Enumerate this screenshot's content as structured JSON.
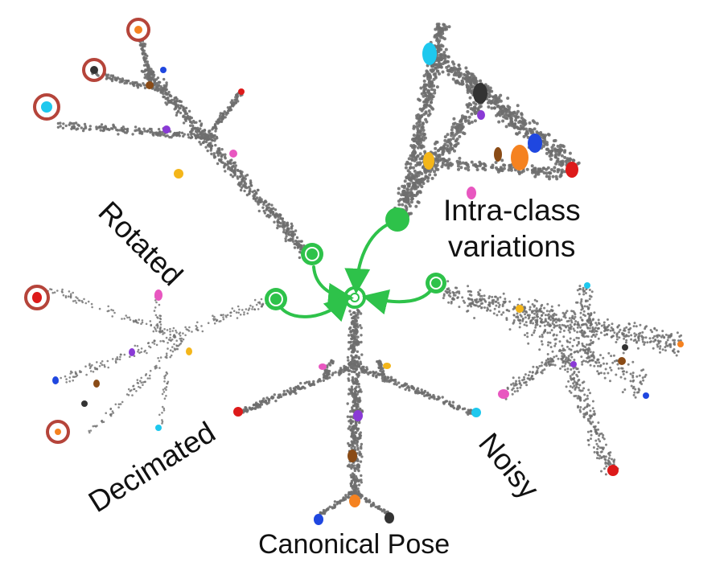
{
  "labels": {
    "rotated": "Rotated",
    "intra_class_line1": "Intra-class",
    "intra_class_line2": "variations",
    "decimated": "Decimated",
    "noisy": "Noisy",
    "canonical_pose": "Canonical Pose"
  },
  "colors": {
    "point_cloud": "#6e6e6e",
    "arrow": "#2ec24a",
    "highlight_ring": "#b5443a",
    "keypoints": {
      "orange": "#f58220",
      "dark": "#333333",
      "cyan": "#1ec8ee",
      "blue": "#1f47e0",
      "brown": "#8a4b16",
      "red": "#dd1a1a",
      "purple": "#8a3ad6",
      "magenta": "#e857c0",
      "yellow": "#f4b61a"
    }
  }
}
